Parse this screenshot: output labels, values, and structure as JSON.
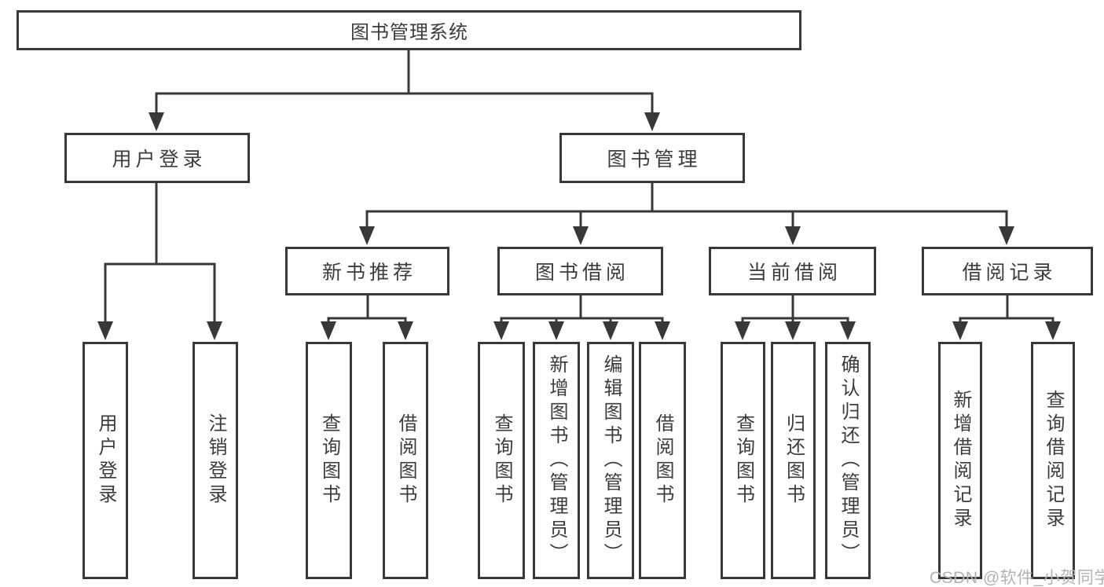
{
  "tree": {
    "root": {
      "label": "图书管理系统",
      "children": [
        {
          "label": "用户登录",
          "children": [
            {
              "label": "用户登录"
            },
            {
              "label": "注销登录"
            }
          ]
        },
        {
          "label": "图书管理",
          "children": [
            {
              "label": "新书推荐",
              "children": [
                {
                  "label": "查询图书"
                },
                {
                  "label": "借阅图书"
                }
              ]
            },
            {
              "label": "图书借阅",
              "children": [
                {
                  "label": "查询图书"
                },
                {
                  "label": "新增图书（管理员）"
                },
                {
                  "label": "编辑图书（管理员）"
                },
                {
                  "label": "借阅图书"
                }
              ]
            },
            {
              "label": "当前借阅",
              "children": [
                {
                  "label": "查询图书"
                },
                {
                  "label": "归还图书"
                },
                {
                  "label": "确认归还（管理员）"
                }
              ]
            },
            {
              "label": "借阅记录",
              "children": [
                {
                  "label": "新增借阅记录"
                },
                {
                  "label": "查询借阅记录"
                }
              ]
            }
          ]
        }
      ]
    }
  },
  "watermark": {
    "text": "CSDN @软件_小贺同学"
  },
  "colors": {
    "line": "#383838",
    "text": "#3c3c3c",
    "background": "#ffffff",
    "watermark": "#b3b3b3"
  }
}
